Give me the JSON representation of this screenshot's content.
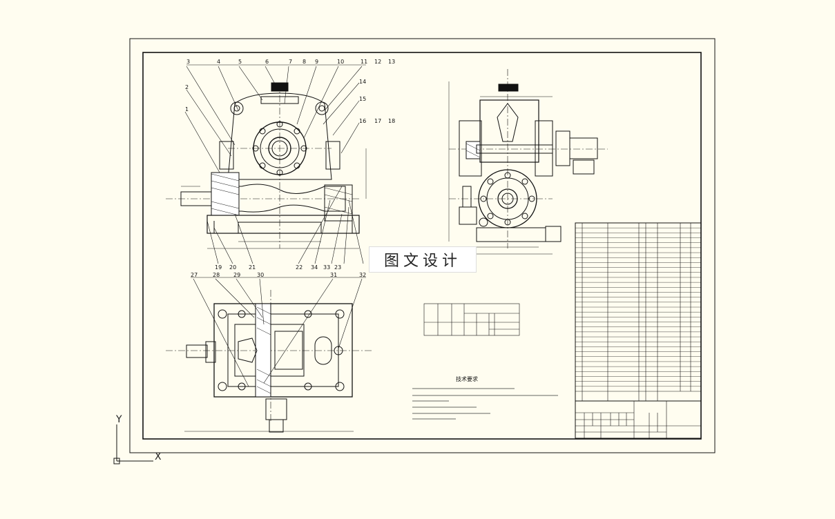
{
  "watermark": "图文设计",
  "ucs": {
    "x_label": "X",
    "y_label": "Y"
  },
  "part_numbers": {
    "top": [
      "3",
      "4",
      "5",
      "6",
      "7",
      "8",
      "9",
      "10",
      "11",
      "12",
      "13"
    ],
    "right_top": [
      "14",
      "15",
      "16",
      "17",
      "18"
    ],
    "left": [
      "2",
      "1"
    ],
    "bottom": [
      "19",
      "20",
      "21",
      "22",
      "34",
      "33",
      "23"
    ],
    "plan_top": [
      "27",
      "28",
      "29",
      "30",
      "31",
      "32"
    ]
  },
  "notes_title": "技术要求",
  "colors": {
    "paper": "#fffdf0",
    "line": "#111111"
  }
}
